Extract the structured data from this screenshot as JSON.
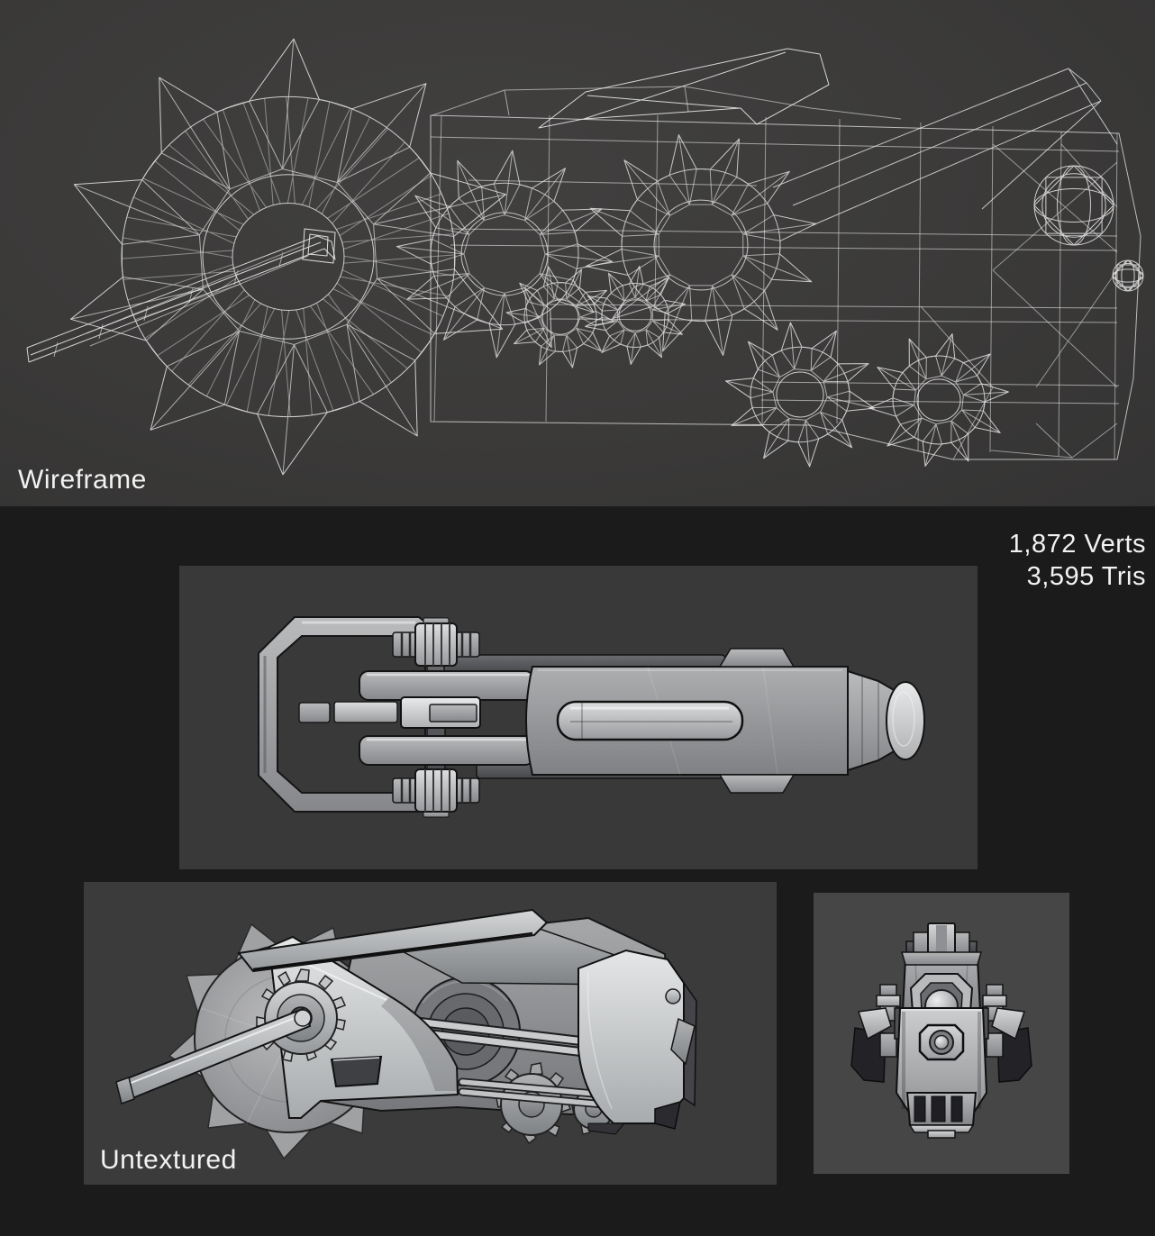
{
  "wireframe_panel": {
    "label": "Wireframe"
  },
  "stats": {
    "verts": "1,872 Verts",
    "tris": "3,595 Tris"
  },
  "untextured_panel": {
    "label": "Untextured"
  },
  "colors": {
    "background": "#1c1b1b",
    "wireframe_panel_bg": "#3b3a39",
    "top_panel_bg": "#3a393a",
    "side_panel_bg": "#3c3b3b",
    "front_panel_bg": "#474647",
    "wireframe_line": "#e8e8e8",
    "label_text": "#f2f2f2",
    "model_light": "#d6d8d9",
    "model_base": "#9c9ea0",
    "model_dark": "#55555a"
  }
}
